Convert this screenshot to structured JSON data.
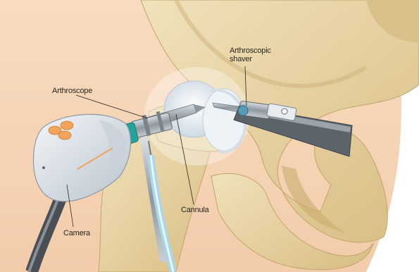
{
  "illustration": {
    "subject": "hip arthroscopy instruments",
    "labels": {
      "arthroscope": "Arthroscope",
      "shaver_line1": "Arthroscopic",
      "shaver_line2": "shaver",
      "cannula": "Cannula",
      "camera": "Camera"
    },
    "colors": {
      "background": "#ffffff",
      "skin": "#f6d6b6",
      "bone": "#e9d6a8",
      "bone_shadow": "#c9ab6e",
      "cartilage": "#eef3f7",
      "camera_body": "#dfe6ee",
      "camera_buttons": "#f1a45a",
      "cable": "#4a4f56",
      "tube": "#a9d7e8",
      "steel": "#9aa3aa"
    }
  }
}
